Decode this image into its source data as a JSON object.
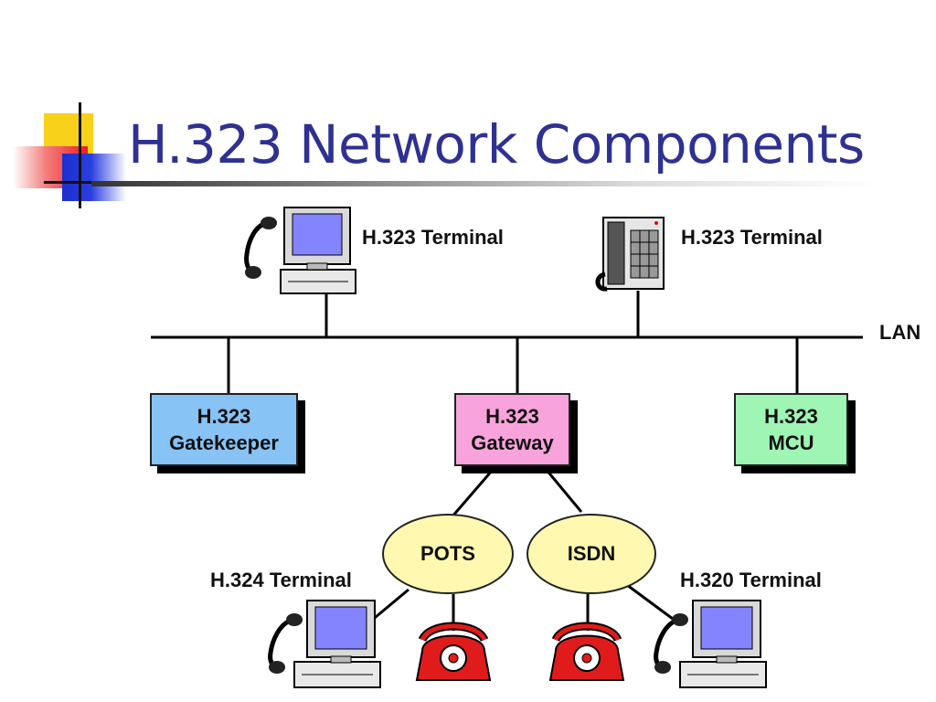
{
  "slide": {
    "title": "H.323 Network Components"
  },
  "diagram": {
    "lan_label": "LAN",
    "terminals": {
      "top_left": "H.323 Terminal",
      "top_right": "H.323 Terminal",
      "bottom_left": "H.324 Terminal",
      "bottom_right": "H.320 Terminal"
    },
    "gatekeeper": {
      "line1": "H.323",
      "line2": "Gatekeeper",
      "color": "#87c3f5"
    },
    "gateway": {
      "line1": "H.323",
      "line2": "Gateway",
      "color": "#f9a3dc"
    },
    "mcu": {
      "line1": "H.323",
      "line2": "MCU",
      "color": "#9ef5b4"
    },
    "networks": {
      "pots": "POTS",
      "isdn": "ISDN",
      "oval_color": "#fff8b0"
    }
  }
}
